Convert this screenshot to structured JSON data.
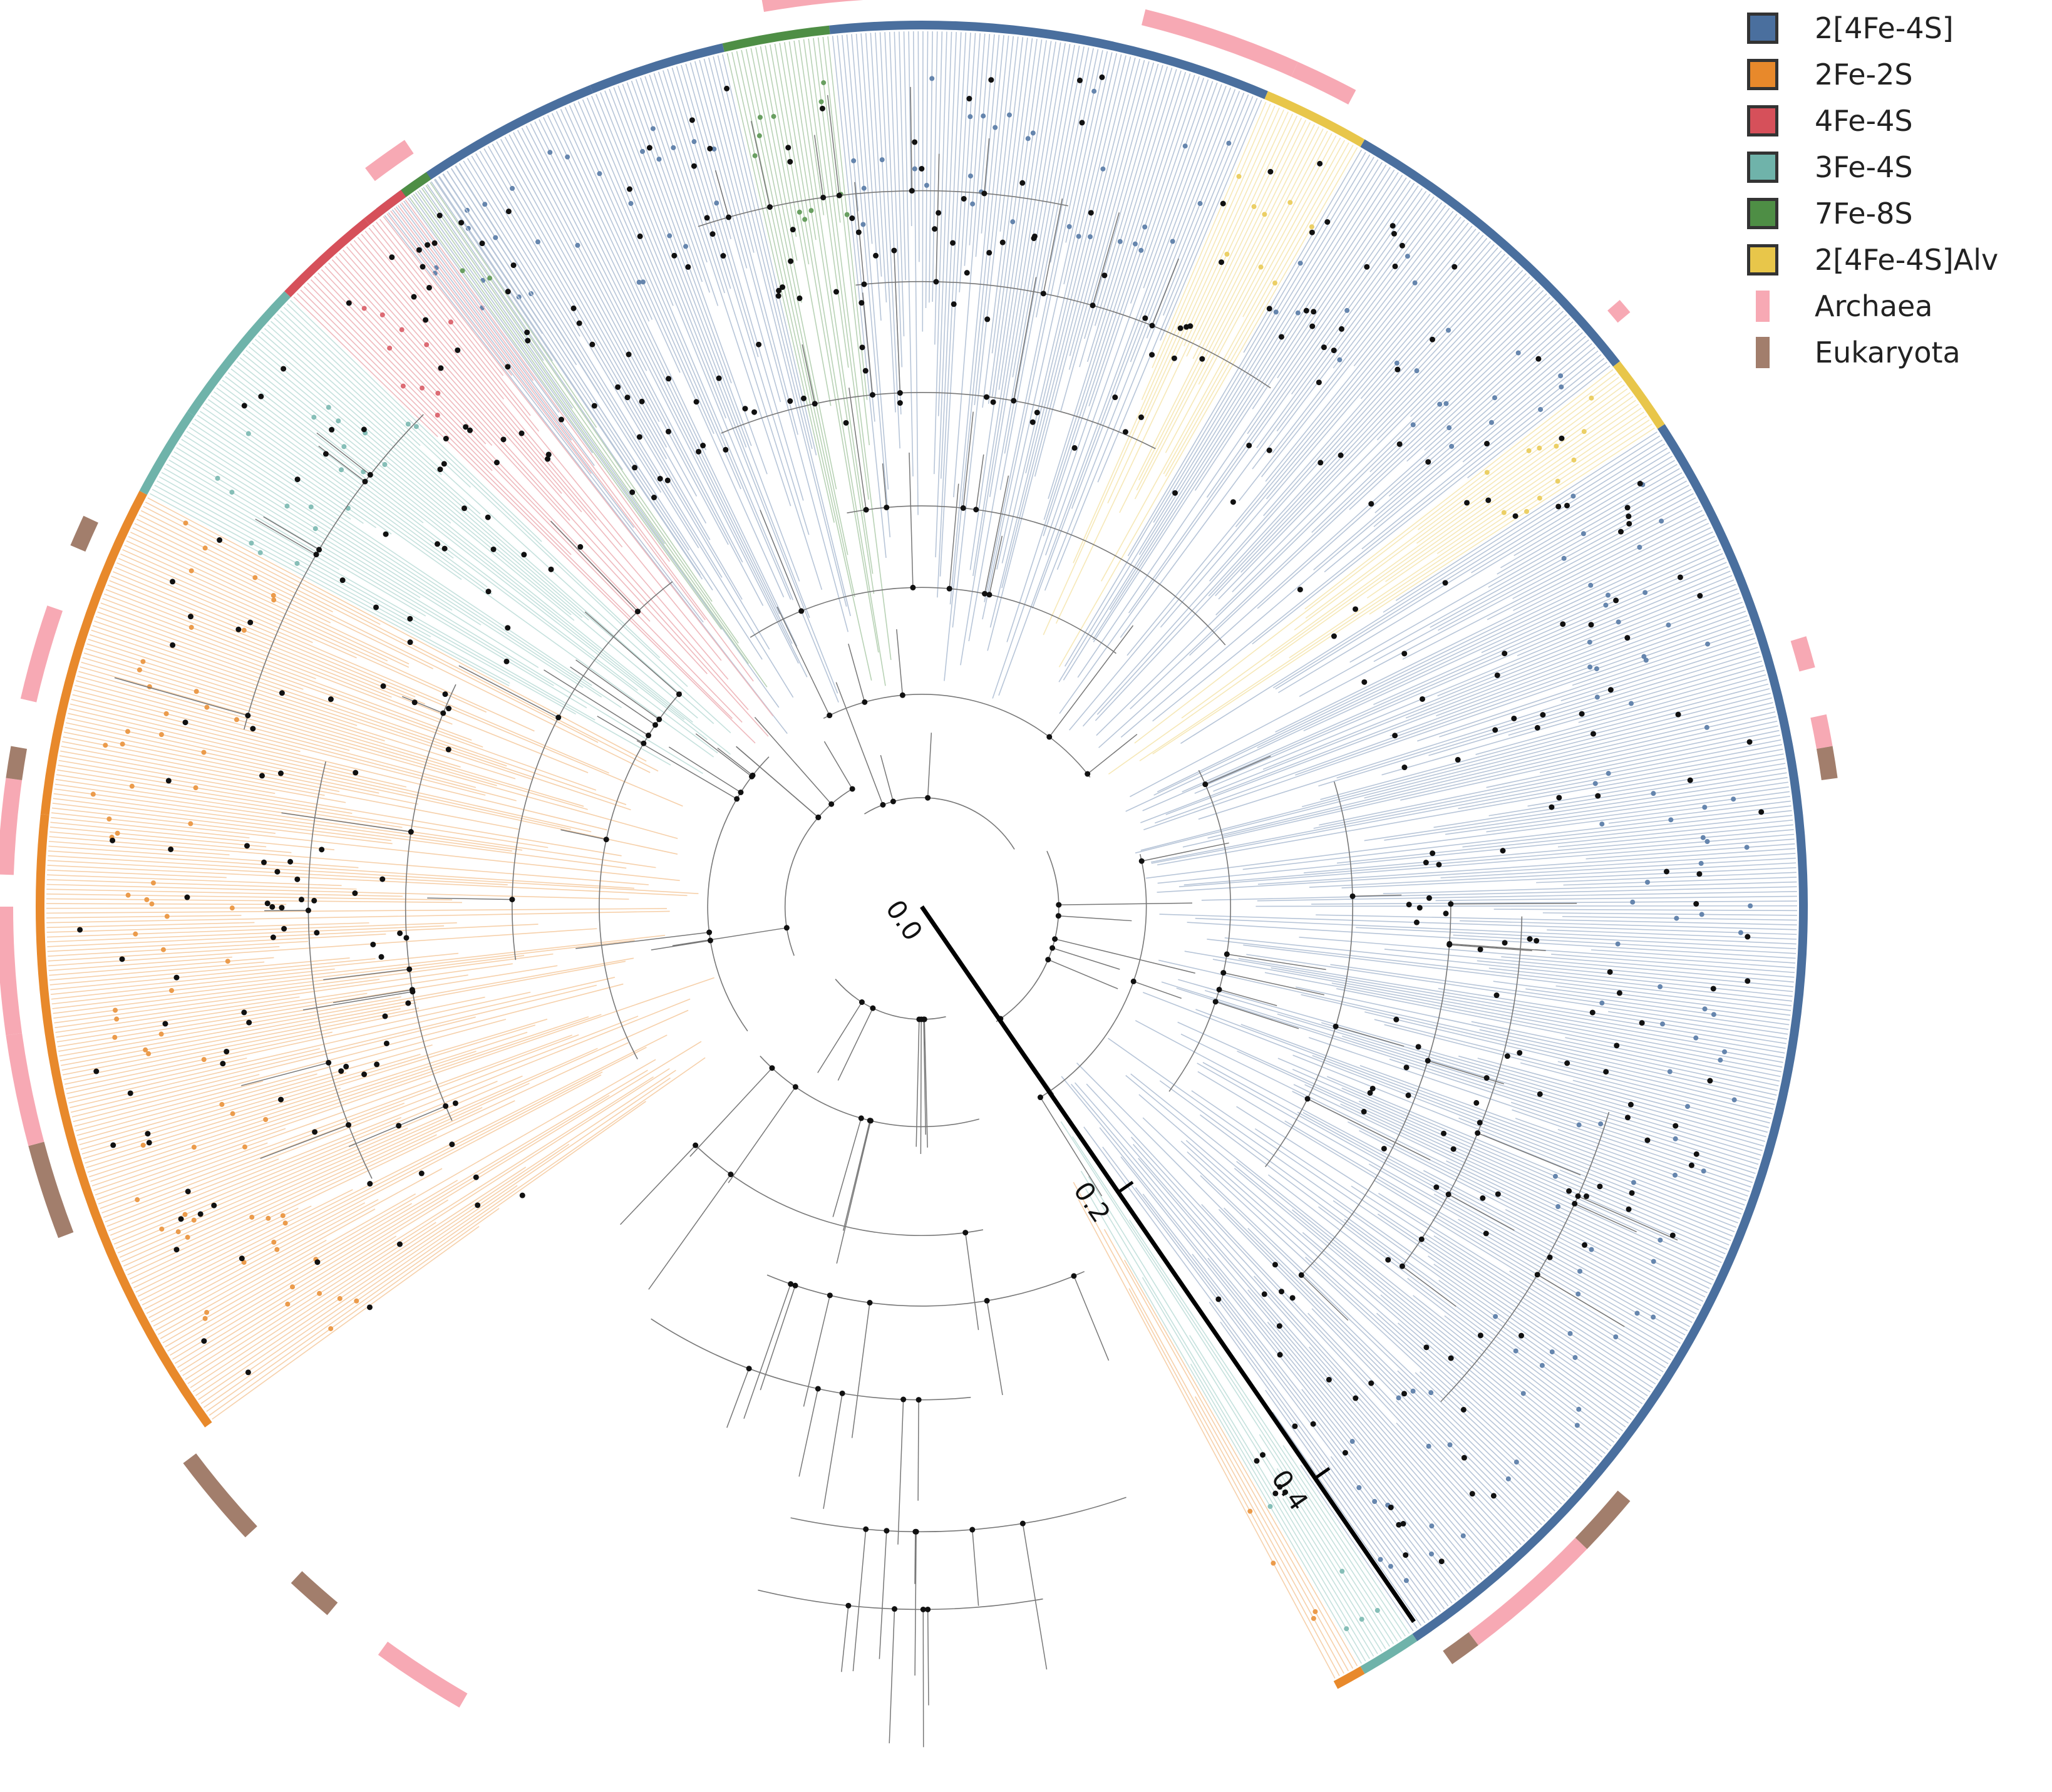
{
  "legend": {
    "clusters": [
      {
        "label": "2[4Fe-4S]",
        "color": "#4a6f9e"
      },
      {
        "label": "2Fe-2S",
        "color": "#e8892b"
      },
      {
        "label": "4Fe-4S",
        "color": "#d6505a"
      },
      {
        "label": "3Fe-4S",
        "color": "#6fb3aa"
      },
      {
        "label": "7Fe-8S",
        "color": "#4e8e45"
      },
      {
        "label": "2[4Fe-4S]Alv",
        "color": "#e8c64a"
      }
    ],
    "domains": [
      {
        "label": "Archaea",
        "color": "#f7a9b4"
      },
      {
        "label": "Eukaryota",
        "color": "#a27e6c"
      }
    ]
  },
  "scale": {
    "ticks": [
      {
        "label": "0.0",
        "value": 0.0
      },
      {
        "label": "0.2",
        "value": 0.2
      },
      {
        "label": "0.4",
        "value": 0.4
      }
    ]
  }
}
